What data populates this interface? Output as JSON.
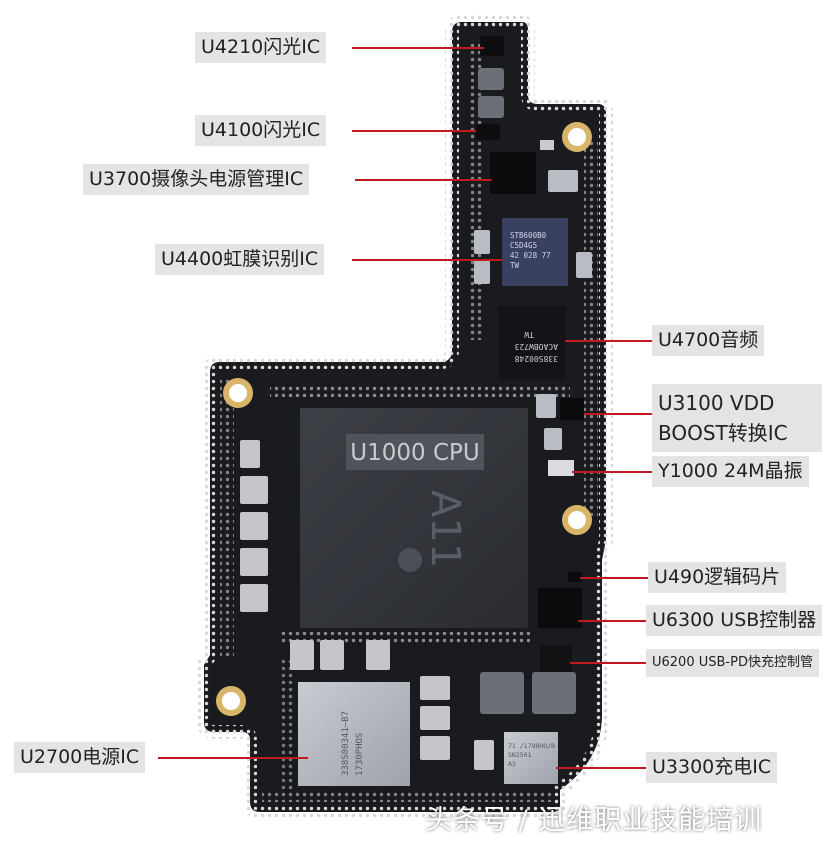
{
  "labels": {
    "u4210": "U4210闪光IC",
    "u4100": "U4100闪光IC",
    "u3700": "U3700摄像头电源管理IC",
    "u4400": "U4400虹膜识别IC",
    "u4700": "U4700音频",
    "u3100": "U3100 VDD BOOST转换IC",
    "y1000": "Y1000 24M晶振",
    "u490": "U490逻辑码片",
    "u6300": "U6300 USB控制器",
    "u6200": "U6200 USB-PD快充控制管",
    "u2700": "U2700电源IC",
    "u3300": "U3300充电IC"
  },
  "chip_markings": {
    "cpu_label": "U1000 CPU",
    "cpu_die": "A11",
    "iris": [
      "STB600B0",
      "C5D4G5",
      "42 028 77",
      "TW"
    ],
    "audio": [
      "338S00248",
      "ACAOBW723",
      "TW"
    ],
    "power": [
      "338S00341—B7",
      "1730PHOS"
    ],
    "charger": [
      "71 /1798HO/B",
      "SN2501",
      "A3"
    ]
  },
  "watermark": "头条号 / 迅维职业技能培训",
  "colors": {
    "leader": "#c2181f",
    "label_bg": "#e4e4e4",
    "board": "#1a1b1f"
  }
}
